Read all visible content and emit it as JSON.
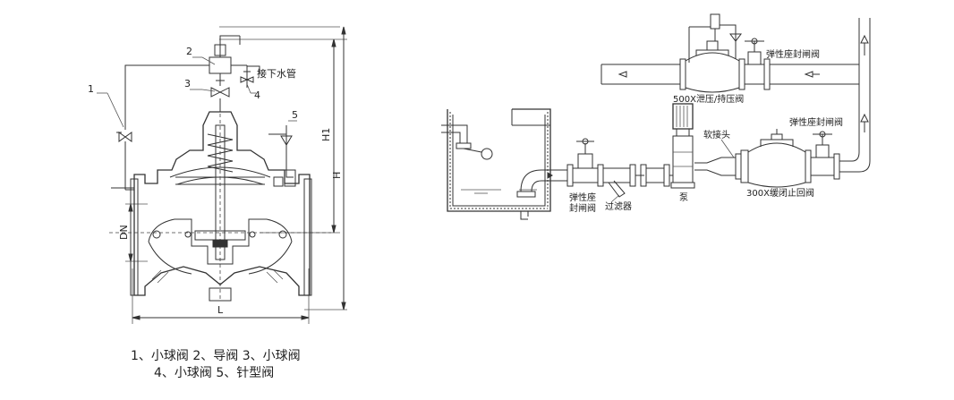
{
  "left": {
    "callouts": [
      "1",
      "2",
      "3",
      "4",
      "5"
    ],
    "drain_label": "接下水管",
    "dims": {
      "h1": "H1",
      "h": "H",
      "dn": "DN",
      "l": "L"
    },
    "legend": [
      "1、小球阀 2、导阀 3、小球阀",
      "4、小球阀 5、针型阀"
    ]
  },
  "right": {
    "gate_valve_inlet": [
      "弹性座",
      "封闸阀"
    ],
    "strainer": "过滤器",
    "pump": "泵",
    "soft_joint": "软接头",
    "check_valve": "300X缓闭止回阀",
    "gate_valve_outlet": "弹性座封闸阀",
    "gate_valve_top": "弹性座封闸阀",
    "relief_valve": "500X泄压/持压阀"
  }
}
